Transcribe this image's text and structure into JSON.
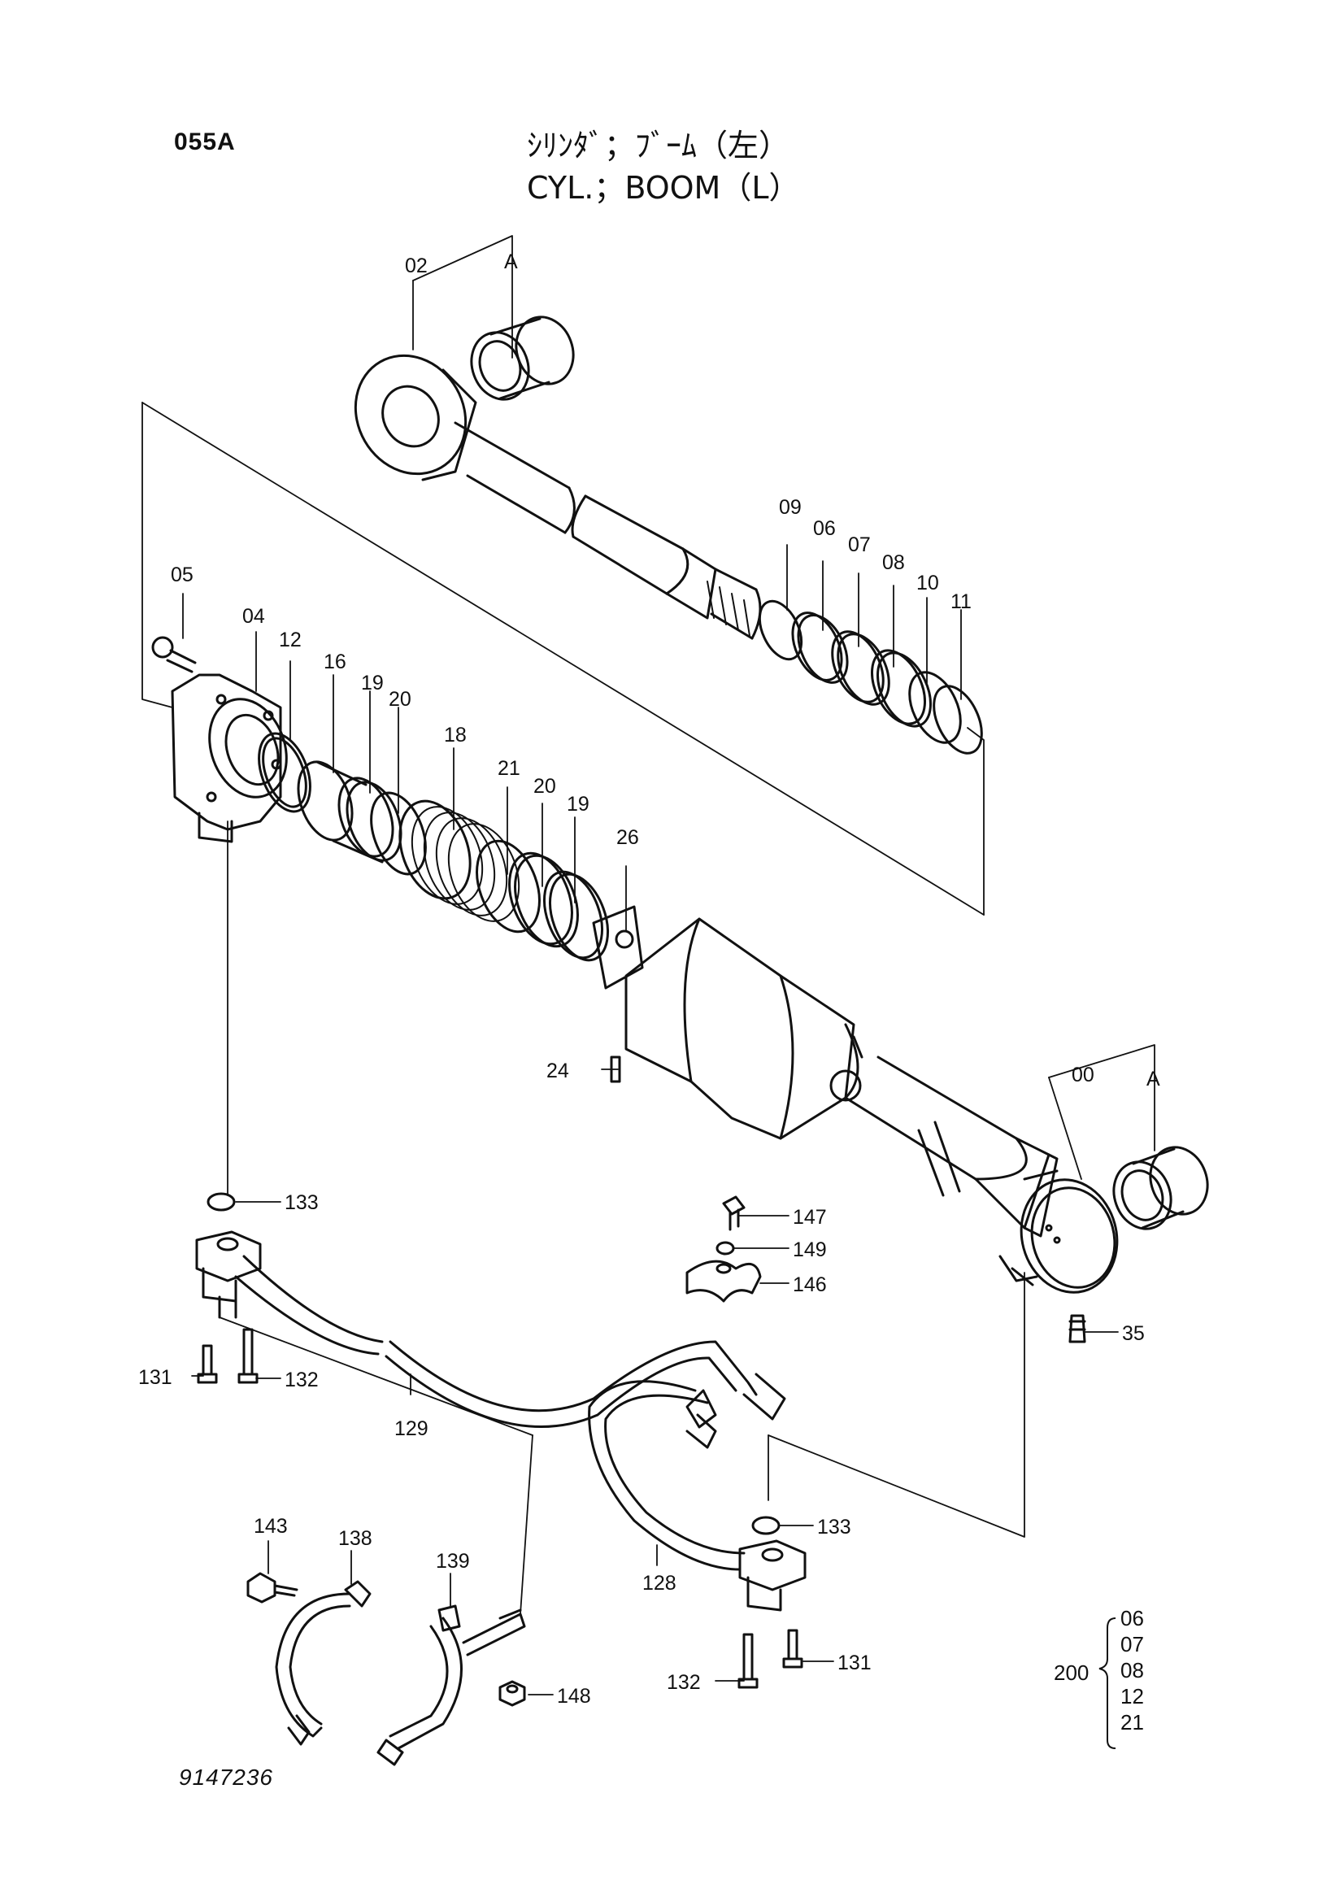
{
  "header": {
    "page_code": "055A",
    "title_jp": "ｼﾘﾝﾀﾞ；ﾌﾞｰﾑ（左）",
    "title_en": "CYL.；BOOM（L）"
  },
  "footer": {
    "drawing_number": "9147236"
  },
  "kit": {
    "number": "200",
    "components": [
      "06",
      "07",
      "08",
      "12",
      "21"
    ]
  },
  "callouts": {
    "c02": "02",
    "cA1": "A",
    "c09": "09",
    "c06": "06",
    "c07": "07",
    "c08": "08",
    "c10": "10",
    "c11": "11",
    "c05": "05",
    "c04": "04",
    "c12": "12",
    "c16": "16",
    "c19a": "19",
    "c20a": "20",
    "c18": "18",
    "c21": "21",
    "c20b": "20",
    "c19b": "19",
    "c26": "26",
    "c24": "24",
    "c00": "00",
    "cA2": "A",
    "c133a": "133",
    "c147": "147",
    "c149": "149",
    "c146": "146",
    "c35": "35",
    "c131a": "131",
    "c132a": "132",
    "c129": "129",
    "c133b": "133",
    "c143": "143",
    "c138": "138",
    "c139": "139",
    "c128": "128",
    "c148": "148",
    "c132b": "132",
    "c131b": "131"
  }
}
